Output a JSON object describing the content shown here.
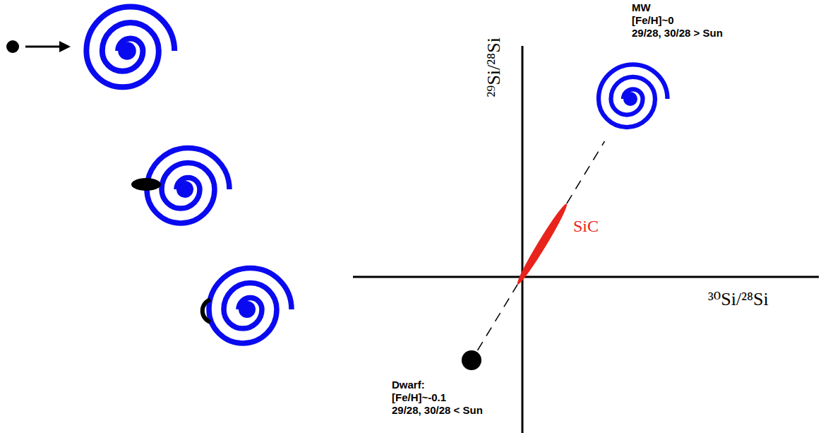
{
  "diagram": {
    "nodes": [
      {
        "text": [
          "MW",
          "[Fe/H]~0",
          "29/28, 30/28 > Sun"
        ]
      },
      {
        "text": [
          "SiC"
        ]
      },
      {
        "text": [
          "Dwarf:",
          "[Fe/H]~-0.1",
          "29/28, 30/28 < Sun"
        ]
      }
    ],
    "edges": [
      {
        "from": 2,
        "to": 1,
        "arrow": "none"
      },
      {
        "from": 1,
        "to": 0,
        "arrow": "none"
      }
    ],
    "labels": [
      "²⁹Si/²⁸Si",
      "³⁰Si/²⁸Si"
    ]
  }
}
